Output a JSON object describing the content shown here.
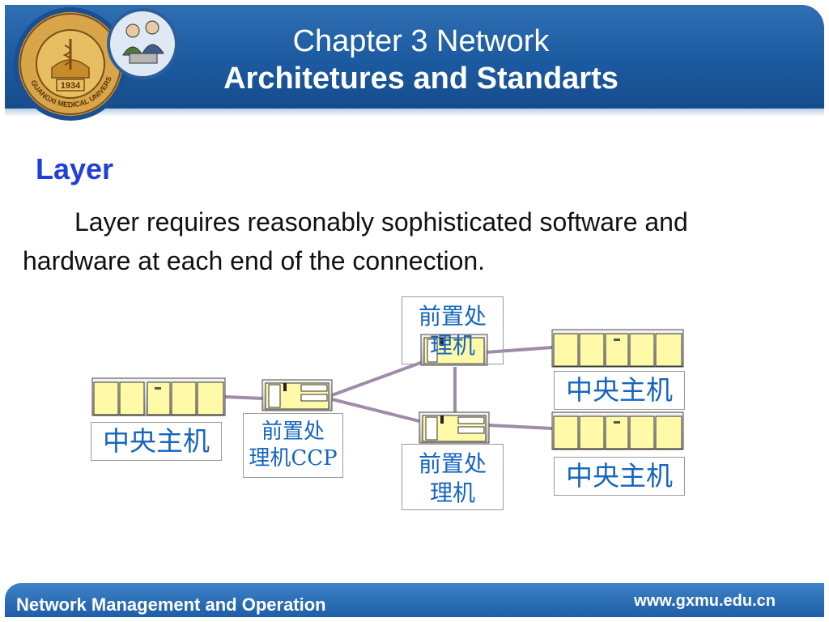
{
  "slide": {
    "title_line1": "Chapter 3 Network",
    "title_line2": "Architetures  and Standarts",
    "logo": {
      "year": "1934",
      "text": "GUANGXI MEDICAL UNIVERSITY"
    },
    "subtitle": "Layer",
    "body": "Layer requires reasonably sophisticated software and hardware at each end of the connection."
  },
  "diagram": {
    "left_host_label": "中央主机",
    "ccp_label_line1": "前置处",
    "ccp_label_line2": "理机CCP",
    "top_fep_label_line1": "前置处",
    "top_fep_label_line2": "理机",
    "bottom_fep_label_line1": "前置处",
    "bottom_fep_label_line2": "理机",
    "right_top_host_label": "中央主机",
    "right_bottom_host_label": "中央主机"
  },
  "footer": {
    "left_text": "Network Management and Operation",
    "right_text": "www.gxmu.edu.cn"
  },
  "colors": {
    "header_blue": "#1c5aa0",
    "label_text": "#1565c0",
    "device_fill": "#fff9a8",
    "link_line": "#9e8ca8"
  }
}
